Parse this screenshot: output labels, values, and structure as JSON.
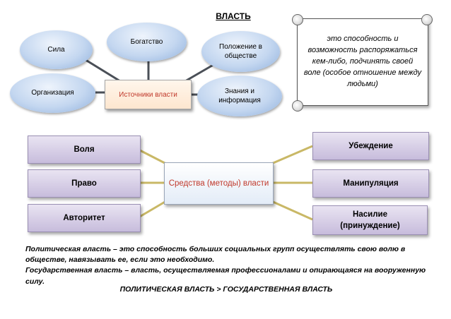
{
  "title": "ВЛАСТЬ",
  "sources": {
    "center": "Источники власти",
    "items": [
      "Сила",
      "Богатство",
      "Положение в обществе",
      "Организация",
      "Знания и информация"
    ]
  },
  "definition": "это способность и возможность распоряжаться кем-либо, подчинять своей воле (особое отношение между людьми)",
  "means": {
    "center": "Средства (методы) власти",
    "left": [
      "Воля",
      "Право",
      "Авторитет"
    ],
    "right": [
      "Убеждение",
      "Манипуляция",
      "Насилие (принуждение)"
    ]
  },
  "text": {
    "political": "Политическая власть – это способность больших социальных групп осуществлять свою волю в обществе, навязывать ее, если это необходимо.",
    "state": "Государственная власть – власть, осуществляемая профессионалами и опирающаяся на вооруженную силу.",
    "formula": "ПОЛИТИЧЕСКАЯ ВЛАСТЬ > ГОСУДАРСТВЕННАЯ ВЛАСТЬ"
  },
  "colors": {
    "accent_text": "#c0392b",
    "ellipse_fill": "#c4d7f0",
    "pill_fill": "#c7bcdc",
    "connector_sources": "#4a4f57",
    "connector_means": "#c9b866"
  }
}
